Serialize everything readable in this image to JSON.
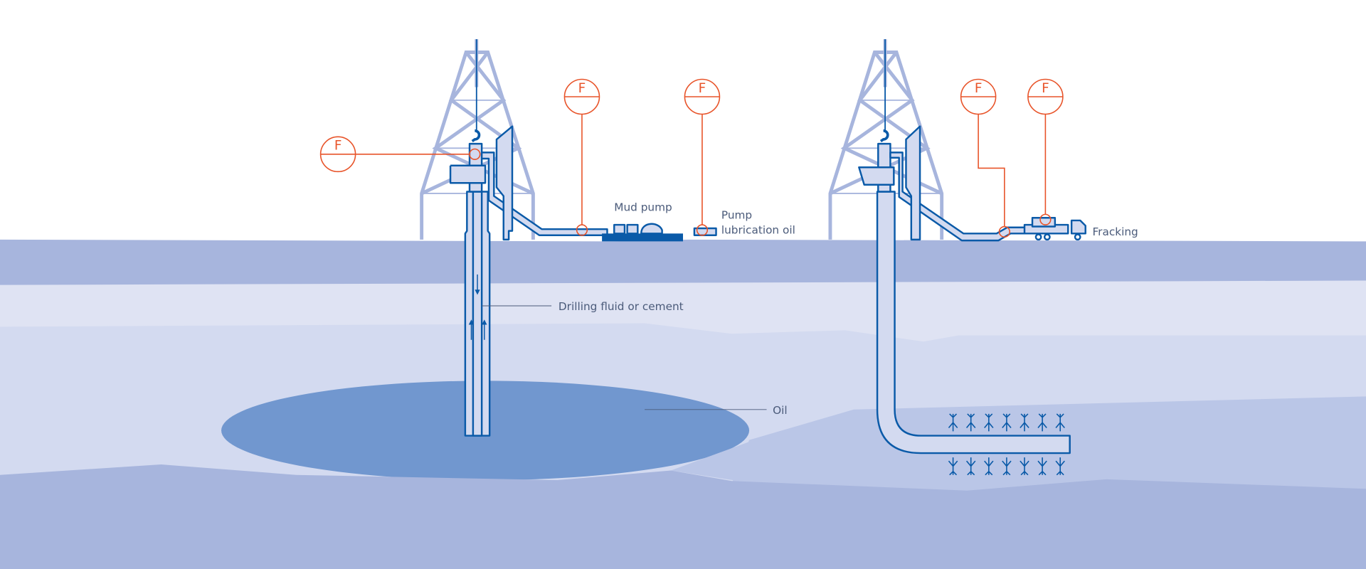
{
  "labels": {
    "mud_pump": "Mud pump",
    "pump_line1": "Pump",
    "pump_line2": "lubrication oil",
    "fracking": "Fracking",
    "drilling_fluid": "Drilling fluid or cement",
    "oil": "Oil"
  },
  "sensors": [
    {
      "symbol": "F"
    },
    {
      "symbol": "F"
    },
    {
      "symbol": "F"
    },
    {
      "symbol": "F"
    },
    {
      "symbol": "F"
    }
  ],
  "colors": {
    "sensor": "#e8542a",
    "pipe": "#0a5aa8",
    "oil": "#7197cf",
    "ground": "#a7b5dd",
    "text": "#4b5b7a"
  }
}
